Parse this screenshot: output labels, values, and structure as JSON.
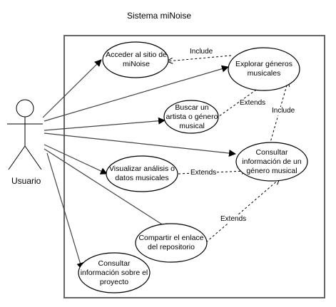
{
  "system": {
    "title": "Sistema miNoise"
  },
  "actor": {
    "label": "Usuario"
  },
  "use_cases": {
    "acceder": "Acceder al sitio de miNoise",
    "explorar": "Explorar géneros musicales",
    "buscar": "Buscar un artista o género musical",
    "consultar_info": "Consultar información de un género musical",
    "visualizar": "Visualizar análisis o datos musicales",
    "compartir": "Compartir el enlace del repositorio",
    "consultar_proyecto": "Consultar información sobre el proyecto"
  },
  "relations": {
    "include_acceder": "Include",
    "include_consultar": "Include",
    "extends_buscar": "Extends",
    "extends_visualizar": "Extends",
    "extends_compartir": "Extends"
  }
}
